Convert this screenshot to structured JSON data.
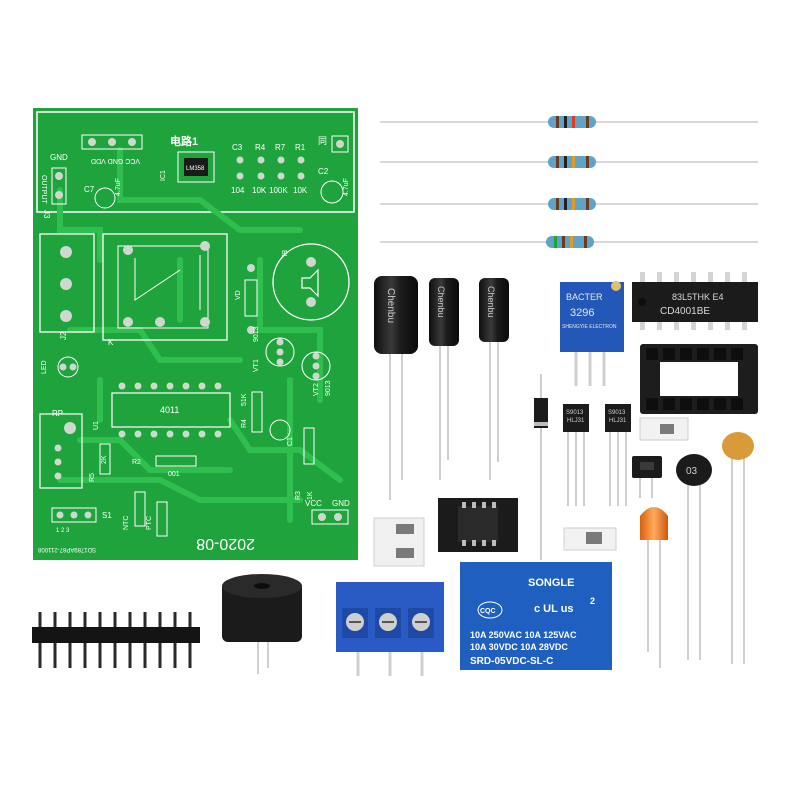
{
  "pcb": {
    "circuit_label": "电路1",
    "date_label": "2020-08",
    "board_code": "SD1789AP87-211008",
    "labels": {
      "gnd": "GND",
      "output": "OUTPUT",
      "j3": "J3",
      "vcc_gnd_vdd": "VCC GND VDD",
      "c7": "C7",
      "c7_val": "4.7uF",
      "ic1": "IC1",
      "ic1_part": "LM358",
      "c3": "C3",
      "r4": "R4",
      "r7": "R7",
      "r1": "R1",
      "c3_val": "104",
      "r4_val": "10K",
      "r7_val": "100K",
      "r1_val": "10K",
      "tong": "同",
      "c2": "C2",
      "c2_val": "4.7uF",
      "bl": "BL",
      "vd": "VD",
      "k": "K",
      "j2": "J2",
      "led": "LED",
      "vt1": "VT1",
      "vt1_part": "9013",
      "vt2": "VT2",
      "vt2_part": "9013",
      "u2_chip": "4011",
      "r4b": "R4",
      "r4b_val": "51K",
      "c1": "C1",
      "u1": "U1",
      "rp": "RP",
      "r5": "R5",
      "r5_val": "2K",
      "r2": "R2",
      "r2_val": "001",
      "r3": "R3",
      "r3_val": "1K",
      "vcc": "VCC",
      "gnd2": "GND",
      "s1": "S1",
      "s1_pins": "1 2 3",
      "ntc": "NTC",
      "ptc": "PTC"
    }
  },
  "components": {
    "capacitor_brand": "Chenbu",
    "trimpot_top": "BACTER",
    "trimpot_code": "3296",
    "trimpot_sub": "SHENGYIE ELECTRON",
    "ic_top_line": "83L5THK E4",
    "ic_part": "CD4001BE",
    "transistor_label_a": "S9013",
    "transistor_label_b": "HLJ31",
    "thermistor_label": "03",
    "relay_brand": "SONGLE",
    "relay_cqc": "CQC",
    "relay_ul": "c UL us",
    "relay_line1": "10A 250VAC  10A 125VAC",
    "relay_line2": "10A  30VDC  10A  28VDC",
    "relay_model": "SRD-05VDC-SL-C",
    "relay_num": "2"
  },
  "colors": {
    "pcb_green": "#1fa33c",
    "pcb_trace": "#2fbf4f",
    "relay_blue": "#1f5fbf",
    "terminal_blue": "#2a5bc4",
    "capacitor_black": "#1b1b1b",
    "trimpot_blue": "#2357b8",
    "ceramic_cap": "#d99a3a",
    "led_orange": "#f07a1a"
  }
}
